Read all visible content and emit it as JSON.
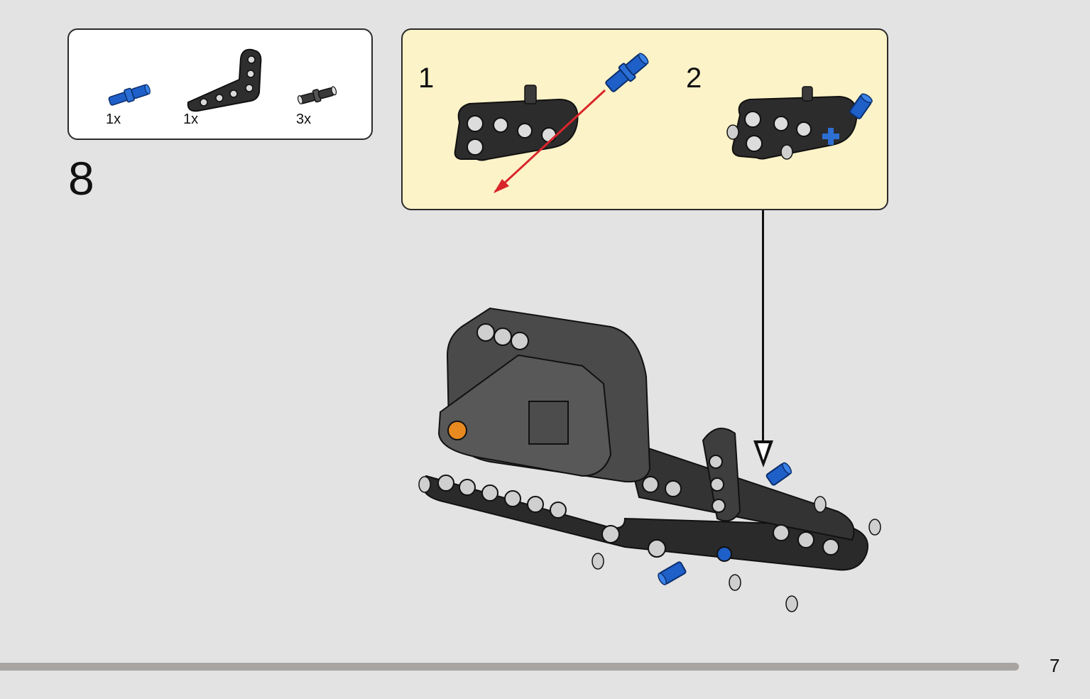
{
  "parts_list": {
    "items": [
      {
        "icon": "blue-axle-pin-icon",
        "quantity": "1x"
      },
      {
        "icon": "black-angled-beam-icon",
        "quantity": "1x"
      },
      {
        "icon": "black-friction-pin-icon",
        "quantity": "3x"
      }
    ]
  },
  "step": {
    "number": "8"
  },
  "sub_steps": [
    {
      "number": "1"
    },
    {
      "number": "2"
    }
  ],
  "footer": {
    "page_number": "7",
    "progress": 0.935
  },
  "colors": {
    "page_bg": "#e3e3e3",
    "callout_bg": "#fdf3c8",
    "beam": "#2a2a2a",
    "pin_blue": "#1e5fc8",
    "arrow_red": "#d8262b",
    "progress": "#a8a4a2"
  }
}
